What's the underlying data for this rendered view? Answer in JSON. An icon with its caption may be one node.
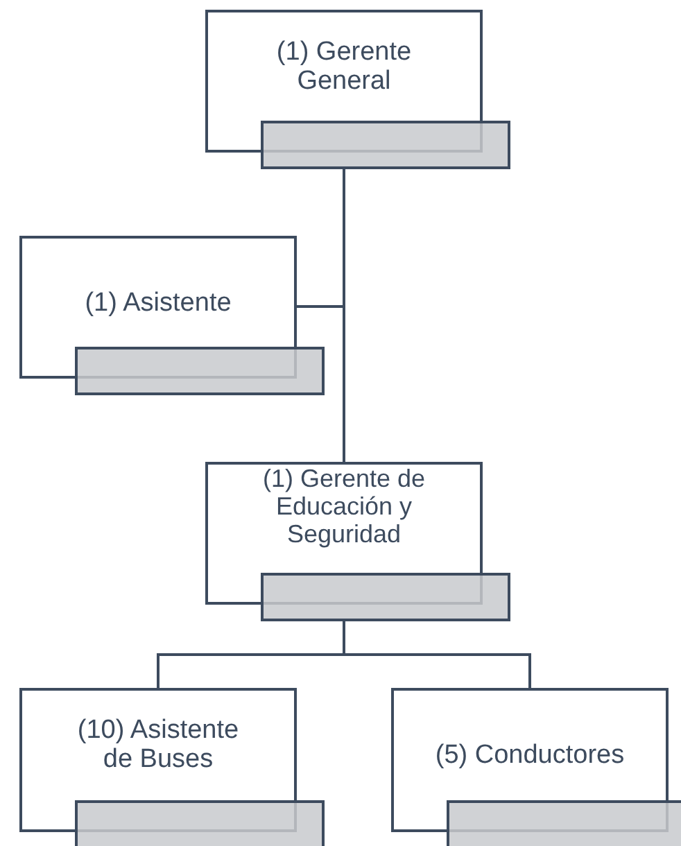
{
  "diagram": {
    "nodes": [
      {
        "text": [
          "(1) Gerente General"
        ]
      },
      {
        "text": [
          "(1) Asistente"
        ]
      },
      {
        "text": [
          "(1) Gerente de Educación y Seguridad"
        ]
      },
      {
        "text": [
          "(10) Asistente de Buses"
        ]
      },
      {
        "text": [
          "(5) Conductores"
        ]
      }
    ],
    "edges": [
      {
        "from": 0,
        "to": 1,
        "arrow": "none"
      },
      {
        "from": 0,
        "to": 2,
        "arrow": "none"
      },
      {
        "from": 2,
        "to": 3,
        "arrow": "none"
      },
      {
        "from": 2,
        "to": 4,
        "arrow": "none"
      }
    ]
  }
}
